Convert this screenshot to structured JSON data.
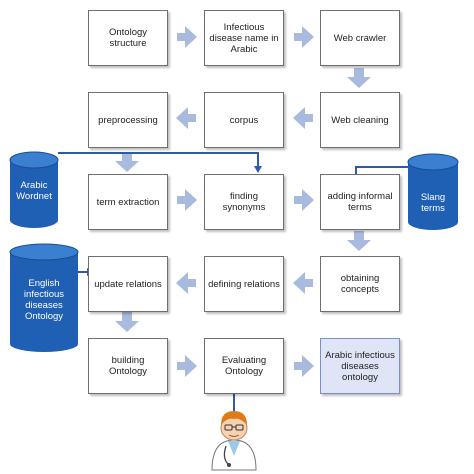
{
  "nodes": {
    "ontology_structure": "Ontology\nstructure",
    "infectious_name": "Infectious\ndisease name in\nArabic",
    "web_crawler": "Web crawler",
    "web_cleaning": "Web cleaning",
    "corpus": "corpus",
    "preprocessing": "preprocessing",
    "term_extraction": "term extraction",
    "finding_synonyms": "finding synonyms",
    "adding_informal": "adding informal\nterms",
    "obtaining_concepts": "obtaining\nconcepts",
    "defining_relations": "defining relations",
    "update_relations": "update relations",
    "building_ontology": "building Ontology",
    "evaluating_ontology": "Evaluating\nOntology",
    "arabic_ontology": "Arabic infectious\ndiseases\nontology"
  },
  "databases": {
    "arabic_wordnet": "Arabic\nWordnet",
    "slang_terms": "Slang terms",
    "english_ontology": "English\ninfectious\ndiseases\nOntology"
  },
  "colors": {
    "arrow": "#a9badf",
    "db_fill": "#1f5fb4",
    "db_top": "#3a7fd0",
    "connector": "#2f5aa8",
    "final_fill": "#dfe5f7"
  },
  "icons": {
    "evaluator": "doctor-icon"
  }
}
